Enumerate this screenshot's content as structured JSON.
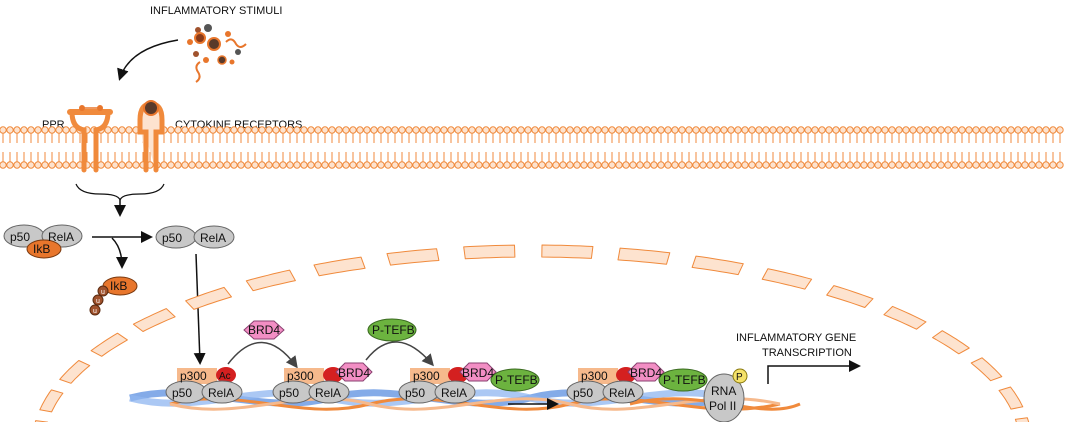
{
  "labels": {
    "stimuli": "INFLAMMATORY STIMULI",
    "ppr": "PPR",
    "cytokine_receptors": "CYTOKINE RECEPTORS",
    "gene_transcription_line1": "INFLAMMATORY GENE",
    "gene_transcription_line2": "TRANSCRIPTION"
  },
  "molecules": {
    "p50": "p50",
    "rela": "RelA",
    "ikb": "IkB",
    "p300": "p300",
    "ac": "Ac",
    "brd4": "BRD4",
    "ptefb": "P-TEFB",
    "rna_line1": "RNA",
    "rna_line2": "Pol II",
    "phospho": "P",
    "ub": "u"
  },
  "colors": {
    "membrane": "#f08a3c",
    "membrane_fill": "#fde3cf",
    "grey_protein": "#c8c8c8",
    "ikb": "#e8762c",
    "p300": "#f6b98c",
    "ac": "#d42020",
    "brd4": "#f28ec4",
    "ptefb": "#6cb33f",
    "dna_blue": "#5b8fe0",
    "dna_orange": "#f08a3c",
    "phospho": "#f5e26a"
  }
}
